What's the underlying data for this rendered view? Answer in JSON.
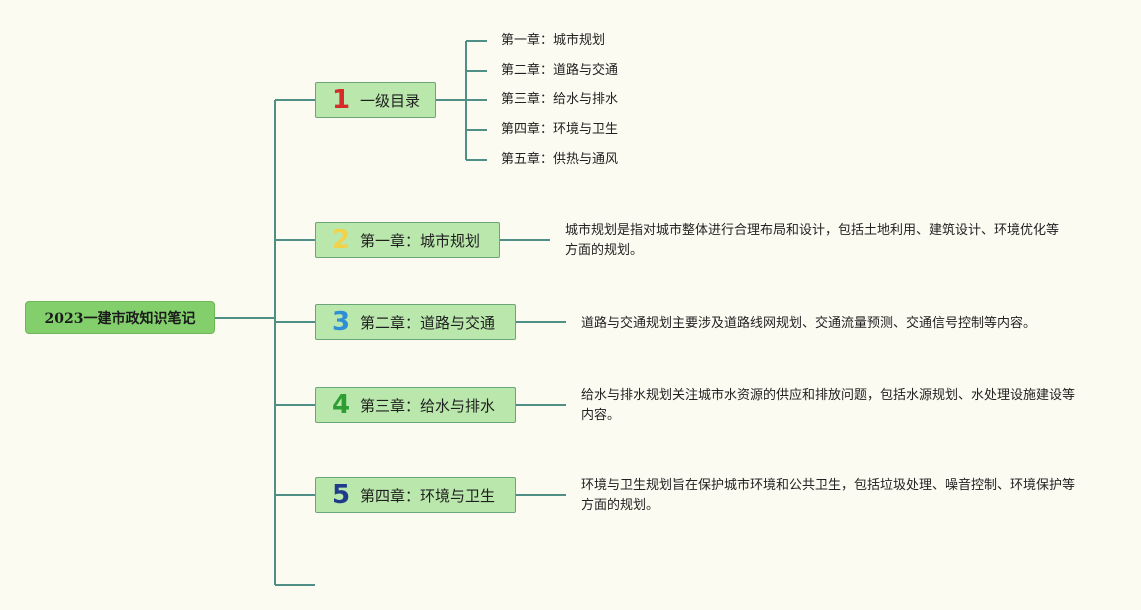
{
  "root": {
    "label": "2023一建市政知识笔记"
  },
  "topics": [
    {
      "number": "1",
      "number_color": "#d62b2b",
      "label": "一级目录",
      "children": [
        "第一章：城市规划",
        "第二章：道路与交通",
        "第三章：给水与排水",
        "第四章：环境与卫生",
        "第五章：供热与通风"
      ]
    },
    {
      "number": "2",
      "number_color": "#f2d24b",
      "label": "第一章：城市规划",
      "description": "城市规划是指对城市整体进行合理布局和设计，包括土地利用、建筑设计、环境优化等方面的规划。"
    },
    {
      "number": "3",
      "number_color": "#2f8fd6",
      "label": "第二章：道路与交通",
      "description": "道路与交通规划主要涉及道路线网规划、交通流量预测、交通信号控制等内容。"
    },
    {
      "number": "4",
      "number_color": "#2e9e34",
      "label": "第三章：给水与排水",
      "description": "给水与排水规划关注城市水资源的供应和排放问题，包括水源规划、水处理设施建设等内容。"
    },
    {
      "number": "5",
      "number_color": "#1f3b8a",
      "label": "第四章：环境与卫生",
      "description": "环境与卫生规划旨在保护城市环境和公共卫生，包括垃圾处理、噪音控制、环境保护等方面的规划。"
    }
  ],
  "colors": {
    "background": "#fcfbf1",
    "line": "#4f8f86",
    "root_fill": "#82cf6c",
    "topic_fill": "#b9e7ac"
  }
}
